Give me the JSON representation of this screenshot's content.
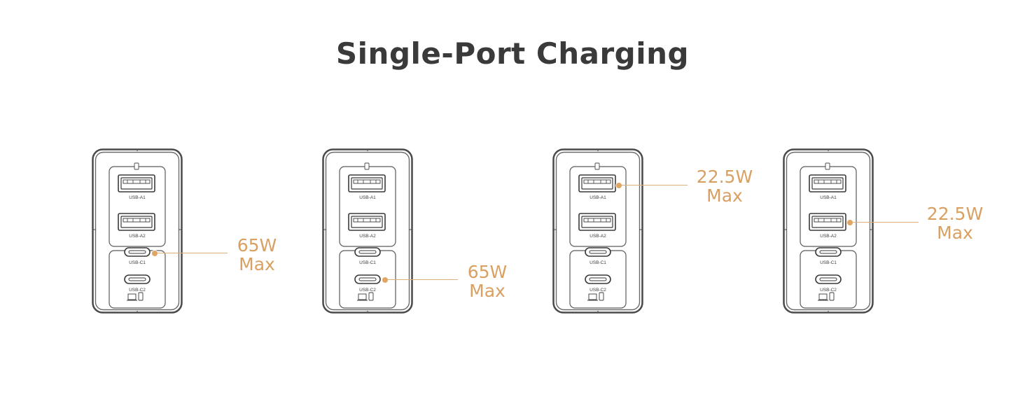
{
  "title": "Single-Port Charging",
  "accent_color": "#d9a062",
  "port_labels": {
    "usb_a1": "USB-A1",
    "usb_a2": "USB-A2",
    "usb_c1": "USB-C1",
    "usb_c2": "USB-C2"
  },
  "panels": [
    {
      "port": "USB-C1",
      "power": "65W",
      "unit": "Max"
    },
    {
      "port": "USB-C2",
      "power": "65W",
      "unit": "Max"
    },
    {
      "port": "USB-A1",
      "power": "22.5W",
      "unit": "Max"
    },
    {
      "port": "USB-A2",
      "power": "22.5W",
      "unit": "Max"
    }
  ]
}
